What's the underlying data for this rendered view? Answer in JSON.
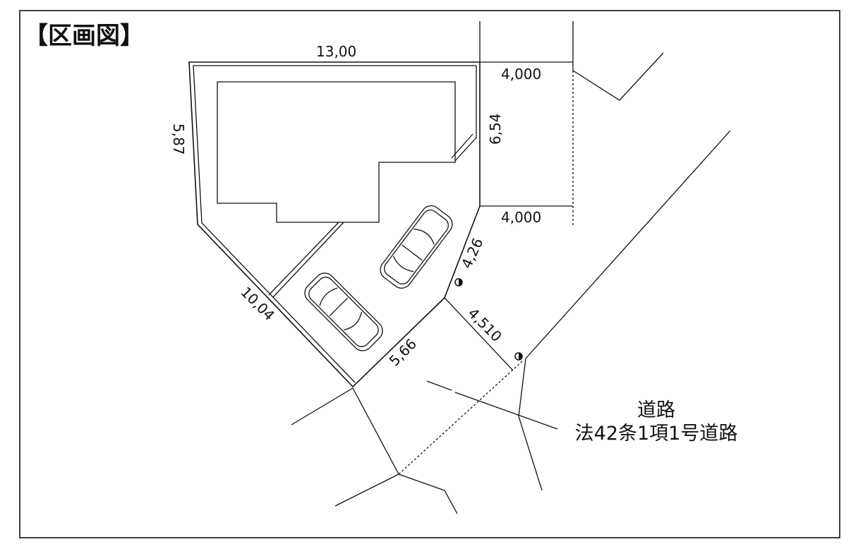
{
  "title": "【区画図】",
  "dimensions": {
    "top": "13,00",
    "left": "5,87",
    "right": "6,54",
    "road_top": "4,000",
    "road_bottom": "4,000",
    "diag_upper": "4,26",
    "diag_left": "10,04",
    "front": "5,66",
    "road_width": "4,510"
  },
  "road": {
    "label": "道路",
    "type": "法42条1項1号道路"
  }
}
